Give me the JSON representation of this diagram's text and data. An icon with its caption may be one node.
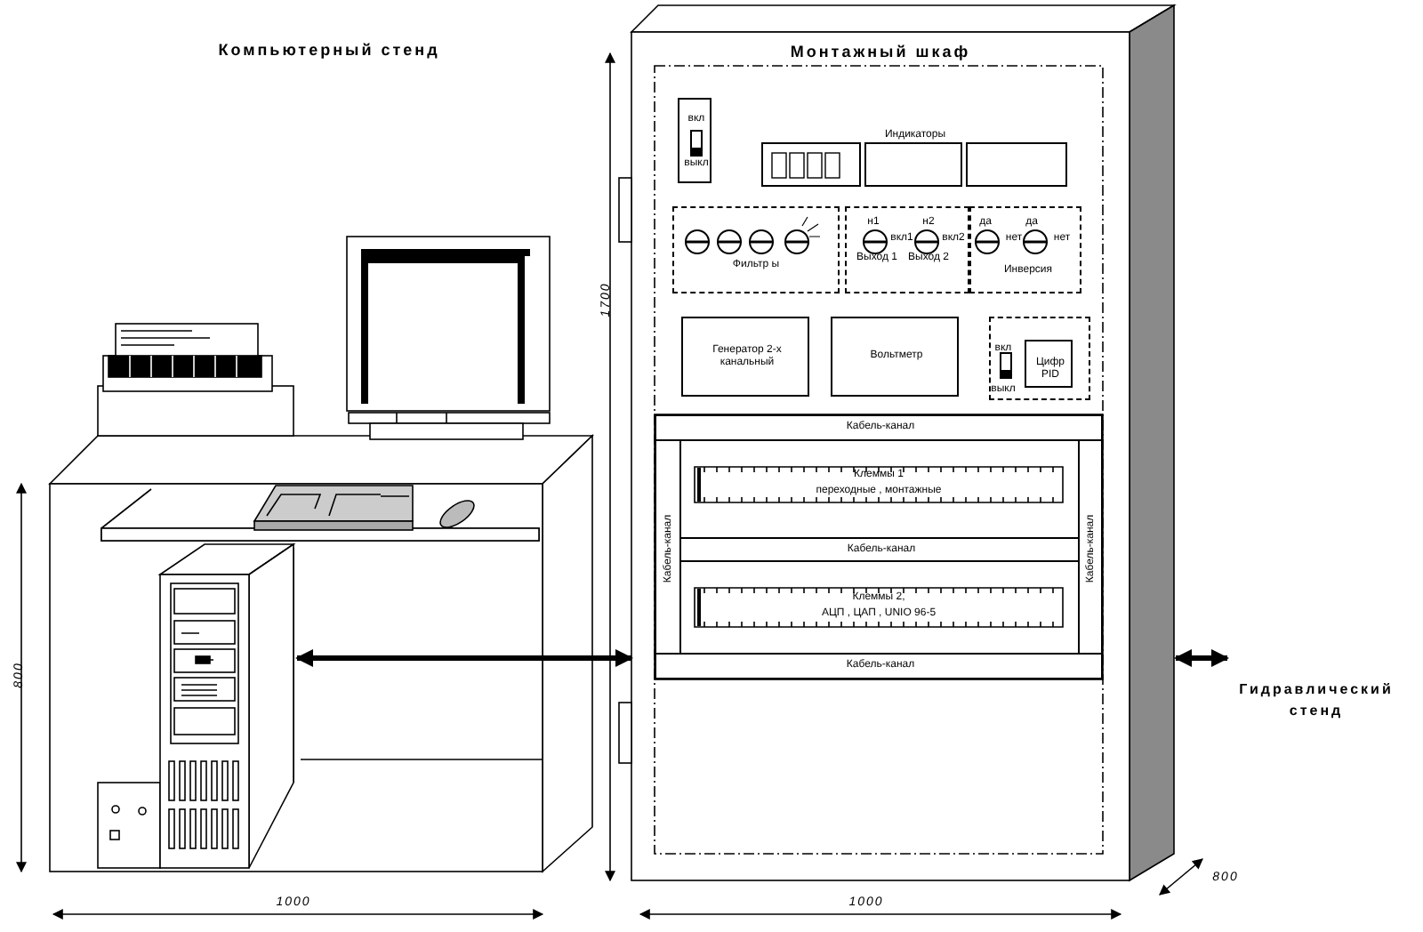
{
  "diagram": {
    "nodes": [
      {
        "text": [],
        "shape": "picture"
      },
      {
        "text": [
          "Монтажный шкаф"
        ]
      },
      {
        "text": [
          "вкл",
          "выкл"
        ],
        "in": 1
      },
      {
        "text": [],
        "shape": "box",
        "in": 1
      },
      {
        "text": [],
        "shape": "box",
        "in": 1,
        "beside": [
          "Индикаторы"
        ]
      },
      {
        "text": [],
        "shape": "box",
        "in": 1
      },
      {
        "text": [
          "Фильтр ы"
        ],
        "in": 1
      },
      {
        "text": [
          "н1",
          "вкл1",
          "н2",
          "вкл2",
          "Выход 1",
          "Выход 2"
        ],
        "in": 1
      },
      {
        "text": [
          "да",
          "нет",
          "да",
          "нет",
          "Инверсия"
        ],
        "in": 1
      },
      {
        "text": [
          "Генератор 2-х канальный"
        ],
        "in": 1
      },
      {
        "text": [
          "Вольтметр"
        ],
        "in": 1
      },
      {
        "text": [
          "вкл",
          "выкл"
        ],
        "in": 1
      },
      {
        "text": [
          "Цифр PID"
        ],
        "in": 11
      },
      {
        "text": [
          "Кабель-канал"
        ],
        "in": 1
      },
      {
        "text": [
          "Кабель-канал"
        ],
        "in": 1
      },
      {
        "text": [
          "Клеммы 1",
          "переходные , монтажные"
        ],
        "in": 1
      },
      {
        "text": [
          "Кабель-канал"
        ],
        "in": 1
      },
      {
        "text": [
          "Клеммы 2,",
          "АЦП , ЦАП , UNIO 96-5"
        ],
        "in": 1
      },
      {
        "text": [
          "Кабель-канал"
        ],
        "in": 1
      },
      {
        "text": [
          "Кабель-канал"
        ],
        "in": 1
      },
      {
        "text": [
          "Гидравлический стенд"
        ]
      }
    ],
    "edges": [
      {
        "from": 0,
        "to": 1,
        "arrow": "both"
      },
      {
        "from": 1,
        "to": 20,
        "arrow": "both"
      }
    ],
    "labels": [
      "Компьютерный стенд",
      "1700",
      "800",
      "1000",
      "1000",
      "800"
    ]
  }
}
